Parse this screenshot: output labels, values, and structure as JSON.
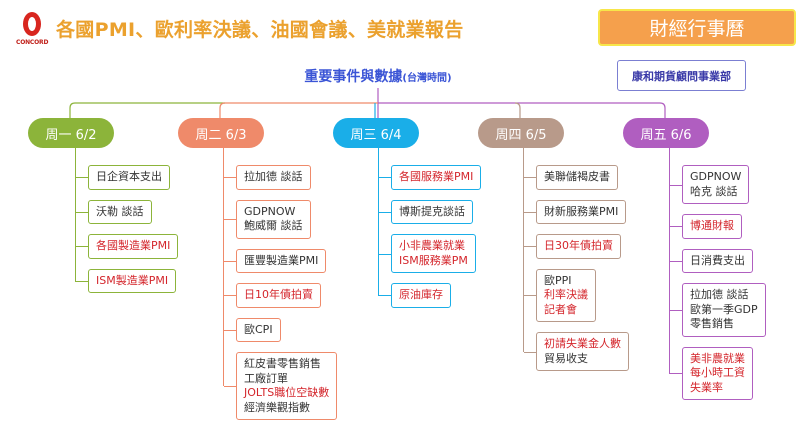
{
  "header": {
    "title": "各國PMI、歐利率決議、油國會議、美就業報告",
    "badge": "財經行事曆",
    "logo_text": "CONCORD"
  },
  "subtitle": {
    "main": "重要事件與數據",
    "note": "(台灣時間)"
  },
  "dept": "康和期貨顧問事業部",
  "colors": {
    "mon": "#8cb43a",
    "tue": "#ef8a6a",
    "wed": "#1aaee8",
    "thu": "#b89a8a",
    "fri": "#b05ec0",
    "red": "#d4262c"
  },
  "days": [
    {
      "label": "周一 6/2",
      "items": [
        [
          {
            "t": "日企資本支出",
            "r": false
          }
        ],
        [
          {
            "t": "沃勒 談話",
            "r": false
          }
        ],
        [
          {
            "t": "各國製造業PMI",
            "r": true
          }
        ],
        [
          {
            "t": "ISM製造業PMI",
            "r": true
          }
        ]
      ]
    },
    {
      "label": "周二 6/3",
      "items": [
        [
          {
            "t": "拉加德 談話",
            "r": false
          }
        ],
        [
          {
            "t": "GDPNOW",
            "r": false
          },
          {
            "t": "鮑威爾 談話",
            "r": false
          }
        ],
        [
          {
            "t": "匯豐製造業PMI",
            "r": false
          }
        ],
        [
          {
            "t": "日10年債拍賣",
            "r": true
          }
        ],
        [
          {
            "t": "歐CPI",
            "r": false
          }
        ],
        [
          {
            "t": "紅皮書零售銷售",
            "r": false
          },
          {
            "t": "工廠訂單",
            "r": false
          },
          {
            "t": "JOLTS職位空缺數",
            "r": true
          },
          {
            "t": "經濟樂觀指數",
            "r": false
          }
        ]
      ]
    },
    {
      "label": "周三 6/4",
      "items": [
        [
          {
            "t": "各國服務業PMI",
            "r": true
          }
        ],
        [
          {
            "t": "博斯提克談話",
            "r": false
          }
        ],
        [
          {
            "t": "小非農業就業",
            "r": true
          },
          {
            "t": "ISM服務業PM",
            "r": true
          }
        ],
        [
          {
            "t": "原油庫存",
            "r": true
          }
        ]
      ]
    },
    {
      "label": "周四 6/5",
      "items": [
        [
          {
            "t": "美聯儲褐皮書",
            "r": false
          }
        ],
        [
          {
            "t": "財新服務業PMI",
            "r": false
          }
        ],
        [
          {
            "t": "日30年債拍賣",
            "r": true
          }
        ],
        [
          {
            "t": "歐PPI",
            "r": false
          },
          {
            "t": "利率決議",
            "r": true
          },
          {
            "t": "記者會",
            "r": true
          }
        ],
        [
          {
            "t": "初請失業金人數",
            "r": true
          },
          {
            "t": "貿易收支",
            "r": false
          }
        ]
      ]
    },
    {
      "label": "周五 6/6",
      "items": [
        [
          {
            "t": "GDPNOW",
            "r": false
          },
          {
            "t": "哈克 談話",
            "r": false
          }
        ],
        [
          {
            "t": "博通財報",
            "r": true
          }
        ],
        [
          {
            "t": "日消費支出",
            "r": false
          }
        ],
        [
          {
            "t": "拉加德 談話",
            "r": false
          },
          {
            "t": "歐第一季GDP",
            "r": false
          },
          {
            "t": "零售銷售",
            "r": false
          }
        ],
        [
          {
            "t": "美非農就業",
            "r": true
          },
          {
            "t": "每小時工資",
            "r": true
          },
          {
            "t": "失業率",
            "r": true
          }
        ]
      ]
    }
  ]
}
